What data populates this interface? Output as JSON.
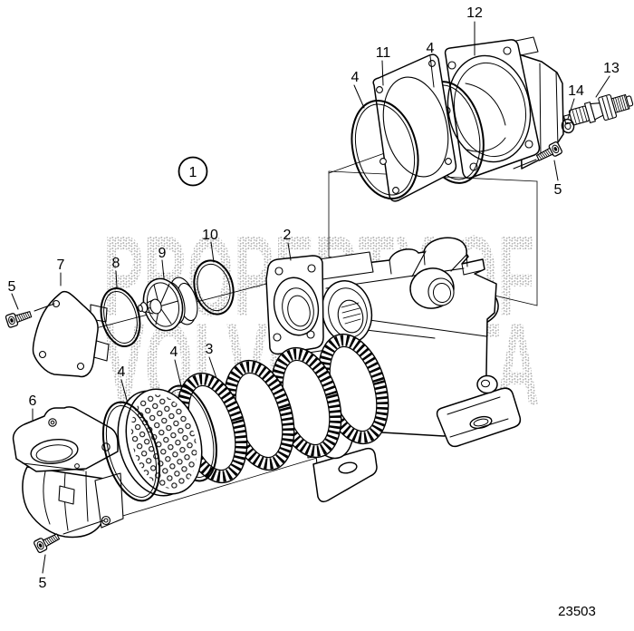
{
  "figure": {
    "drawing_number": "23503"
  },
  "watermark": {
    "line1": "PROPERTY OF",
    "line2": "VOLVO PENTA"
  },
  "colors": {
    "line_art": "#000000",
    "watermark_speckle": "#b2b2b2",
    "background": "#ffffff"
  },
  "callouts": [
    "12",
    "4",
    "11",
    "4",
    "13",
    "14",
    "5",
    "1",
    "2",
    "10",
    "9",
    "8",
    "7",
    "5",
    "4",
    "4",
    "3",
    "6",
    "5"
  ]
}
